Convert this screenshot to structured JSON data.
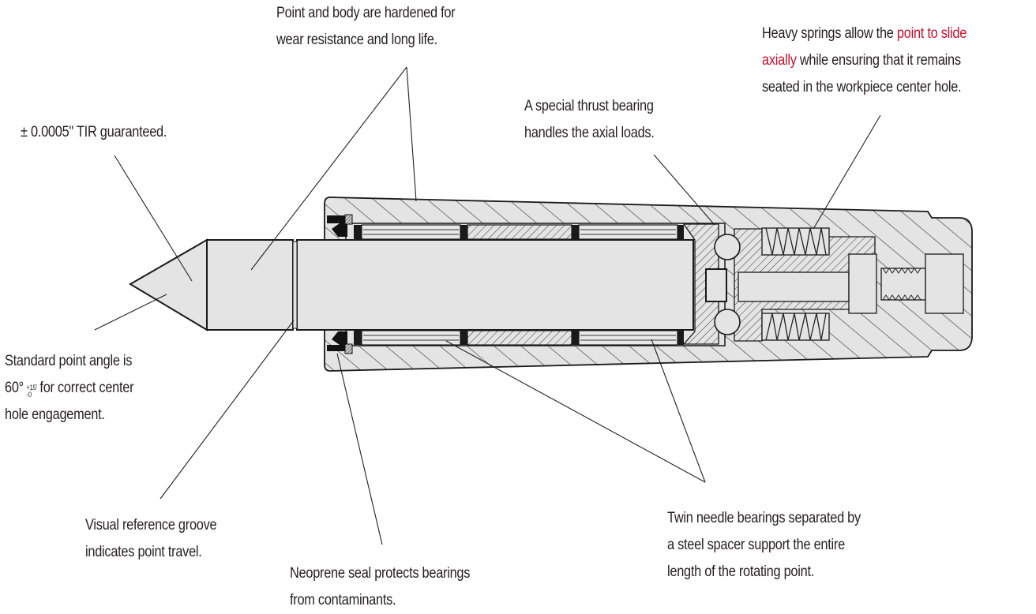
{
  "title": "Live center cross-section feature callouts",
  "colors": {
    "text": "#231f20",
    "highlight": "#c8102e",
    "part_fill": "#e4e4e4",
    "outline": "#1a1a1a"
  },
  "callouts": {
    "hardened": {
      "lines": [
        "Point and body are hardened for",
        "wear resistance and long life."
      ]
    },
    "tir": {
      "lines": [
        "± 0.0005\" TIR guaranteed."
      ]
    },
    "thrust": {
      "lines": [
        "A special thrust bearing",
        "handles the axial loads."
      ]
    },
    "springs": {
      "line1_pre": "Heavy springs allow the ",
      "line1_red": "point to slide",
      "line2_red": "axially",
      "line2_post": " while ensuring that it remains",
      "line3": "seated in the workpiece center hole."
    },
    "angle": {
      "line1": "Standard point angle is",
      "line2_pre": "60°",
      "tol_plus": "+15'",
      "tol_minus": "-0",
      "line2_post": "for correct center",
      "line3": "hole engagement."
    },
    "groove": {
      "lines": [
        "Visual reference groove",
        "indicates point travel."
      ]
    },
    "seal": {
      "lines": [
        "Neoprene seal protects bearings",
        "from contaminants."
      ]
    },
    "needle": {
      "lines": [
        "Twin needle bearings separated by",
        "a steel spacer support the entire",
        "length of the rotating point."
      ]
    }
  }
}
